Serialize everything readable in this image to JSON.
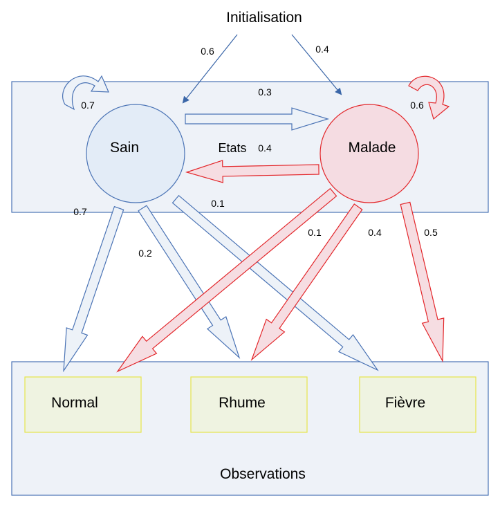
{
  "title": "Initialisation",
  "states_box_label": "Etats",
  "observations_box_label": "Observations",
  "states": [
    {
      "id": "sain",
      "label": "Sain",
      "fill": "#e3ecf7",
      "stroke": "#4a73b5"
    },
    {
      "id": "malade",
      "label": "Malade",
      "fill": "#f5dce2",
      "stroke": "#e3262a"
    }
  ],
  "observations": [
    {
      "id": "normal",
      "label": "Normal"
    },
    {
      "id": "rhume",
      "label": "Rhume"
    },
    {
      "id": "fievre",
      "label": "Fièvre"
    }
  ],
  "initial_probabilities": {
    "sain": "0.6",
    "malade": "0.4"
  },
  "transition_probabilities": {
    "sain_to_sain": "0.7",
    "sain_to_malade": "0.3",
    "malade_to_sain": "0.4",
    "malade_to_malade": "0.6"
  },
  "emission_probabilities": {
    "sain_normal": "0.7",
    "sain_rhume": "0.2",
    "sain_fievre": "0.1",
    "malade_normal": "0.1",
    "malade_rhume": "0.4",
    "malade_fievre": "0.5"
  },
  "colors": {
    "box_fill": "#eef2f8",
    "box_stroke": "#4a73b5",
    "obs_fill": "#eff3e1",
    "obs_stroke": "#e6e64a",
    "blue_arrow_fill": "#edf2f8",
    "blue_arrow_stroke": "#4a73b5",
    "red_arrow_fill": "#f6dde2",
    "red_arrow_stroke": "#e3262a"
  }
}
